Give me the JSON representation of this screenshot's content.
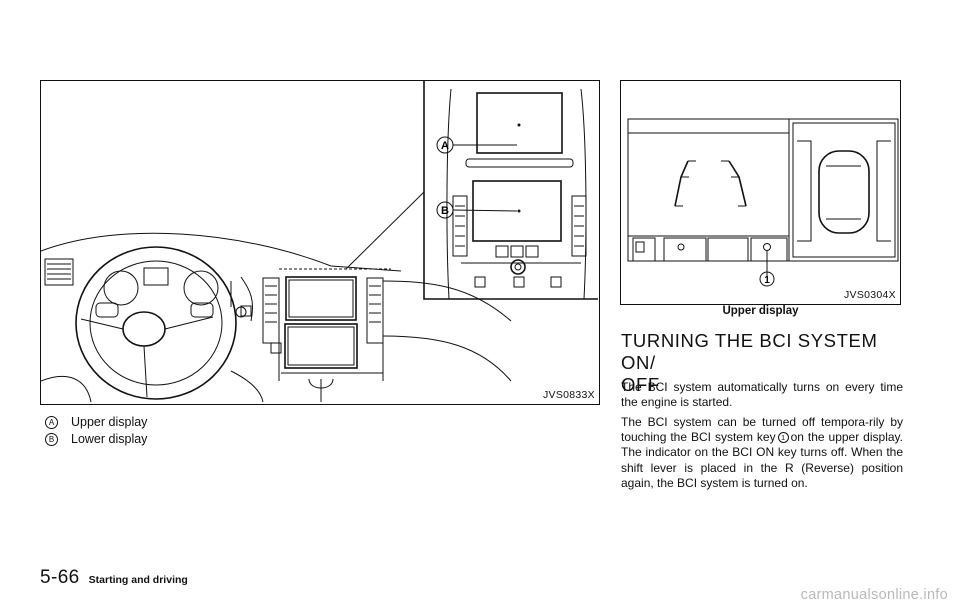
{
  "figure_left": {
    "code": "JVS0833X",
    "callouts": [
      {
        "letter": "A"
      },
      {
        "letter": "B"
      }
    ]
  },
  "legend": [
    {
      "letter": "A",
      "text": "Upper display"
    },
    {
      "letter": "B",
      "text": "Lower display"
    }
  ],
  "figure_right": {
    "code": "JVS0304X",
    "caption": "Upper display",
    "callout": "1"
  },
  "section": {
    "heading_line1": "TURNING THE BCI SYSTEM ON/",
    "heading_line2": "OFF",
    "para1": "The BCI system automatically turns on every time the engine is started.",
    "para2_before": "The BCI system can be turned off tempora-rily by touching the BCI system key",
    "para2_mark": "1",
    "para2_after": "on the upper display. The indicator on the BCI ON key turns off. When the shift lever is placed in the R (Reverse) position again, the BCI system is turned on."
  },
  "footer": {
    "page_number": "5-66",
    "section_title": "Starting and driving"
  },
  "watermark": "carmanualsonline.info"
}
